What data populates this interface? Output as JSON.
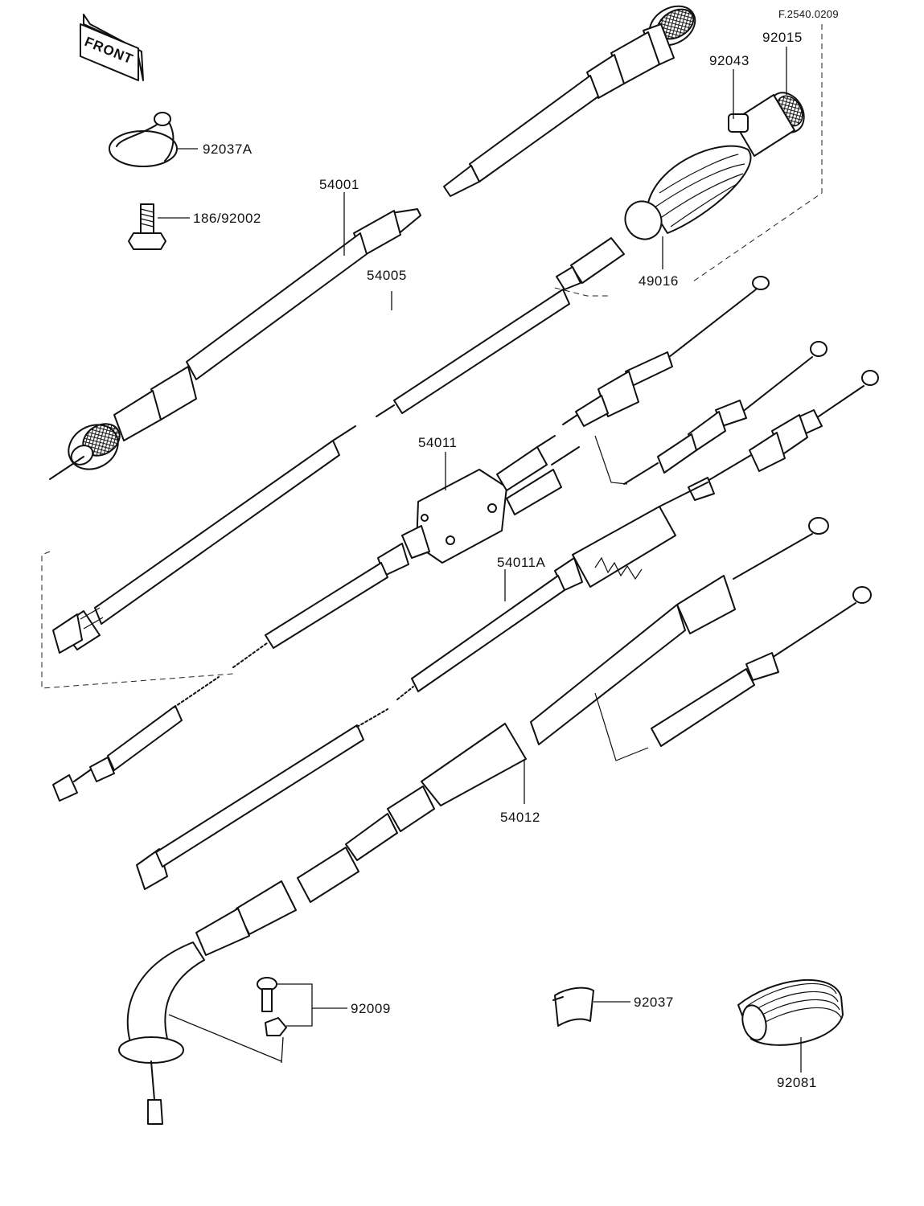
{
  "figure_ref": "F.2540.0209",
  "front_tag": "FRONT",
  "parts": {
    "p92037A": "92037A",
    "p186_92002": "186/92002",
    "p54001": "54001",
    "p54005": "54005",
    "p92043": "92043",
    "p92015": "92015",
    "p49016": "49016",
    "p54011": "54011",
    "p54011A": "54011A",
    "p54012": "54012",
    "p92009": "92009",
    "p92037": "92037",
    "p92081": "92081"
  }
}
